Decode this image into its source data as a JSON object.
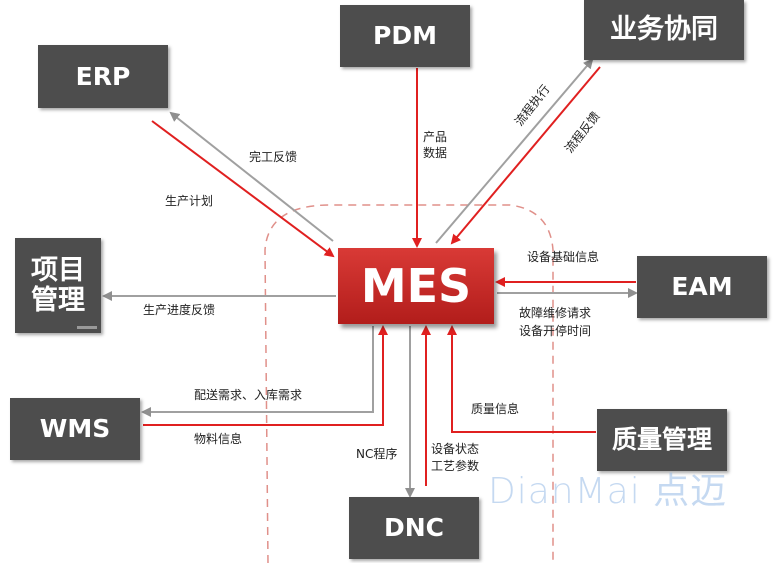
{
  "hub": {
    "label": "MES"
  },
  "nodes": {
    "erp": "ERP",
    "pdm": "PDM",
    "collab": "业务协同",
    "project_line1": "项目",
    "project_line2": "管理",
    "eam": "EAM",
    "wms": "WMS",
    "quality": "质量管理",
    "dnc": "DNC"
  },
  "edge_labels": {
    "completion_feedback": "完工反馈",
    "production_plan": "生产计划",
    "product_data_1": "产品",
    "product_data_2": "数据",
    "flow_execution": "流程执行",
    "flow_feedback": "流程反馈",
    "progress_feedback": "生产进度反馈",
    "equipment_info": "设备基础信息",
    "repair_request": "故障维修请求",
    "equipment_time": "设备开停时间",
    "delivery_demand": "配送需求、入库需求",
    "material_info": "物料信息",
    "quality_info": "质量信息",
    "nc_program": "NC程序",
    "equipment_status": "设备状态",
    "process_params": "工艺参数"
  },
  "watermark": "DianMai 点迈",
  "colors": {
    "box": "#4d4d4d",
    "hub": "#c62828",
    "arrow_red": "#e02020",
    "arrow_gray": "#a0a0a0",
    "dashed": "#e0908a"
  }
}
